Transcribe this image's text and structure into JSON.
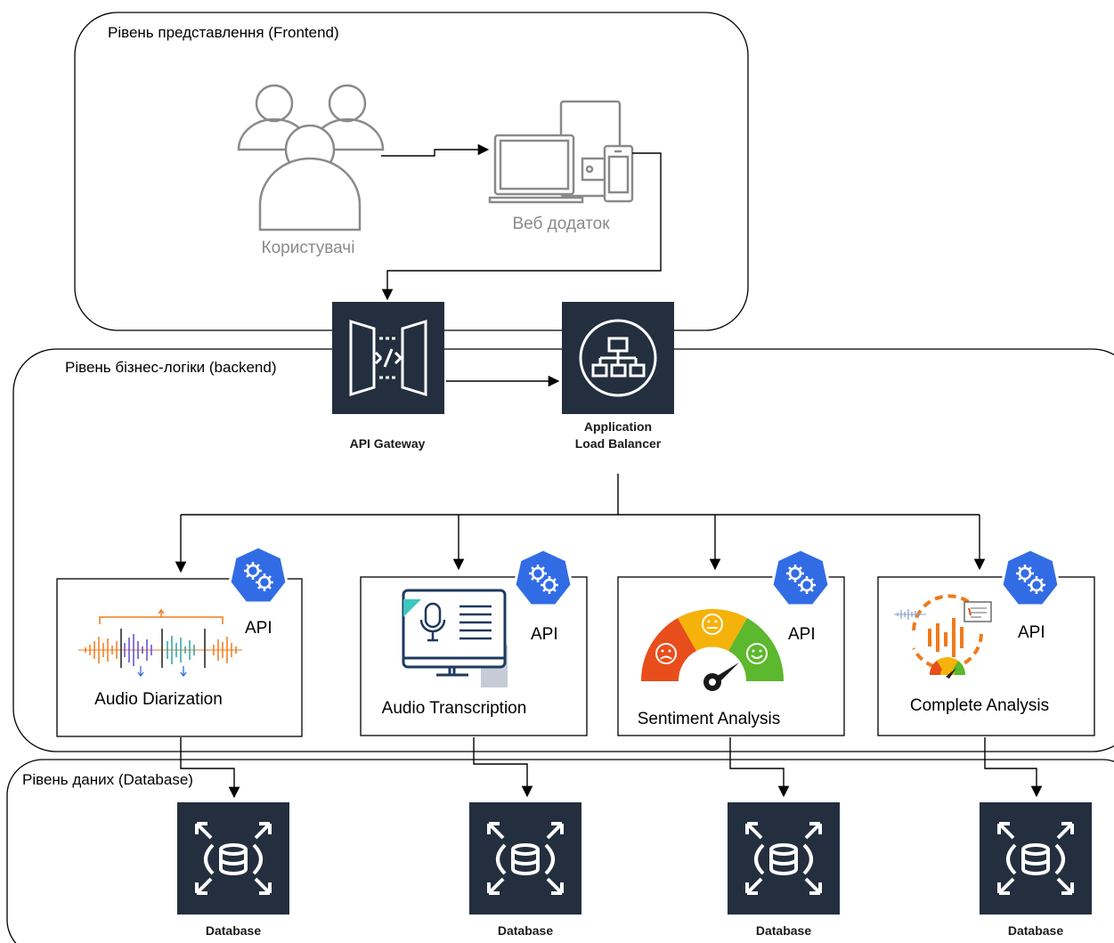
{
  "zones": {
    "frontend": "Рівень представлення (Frontend)",
    "backend": "Рівень бізнес-логіки (backend)",
    "data": "Рівень даних (Database)"
  },
  "frontend": {
    "users_label": "Користувачі",
    "webapp_label": "Веб додаток"
  },
  "gateway": {
    "label": "API Gateway"
  },
  "load_balancer": {
    "label_line1": "Application",
    "label_line2": "Load Balancer"
  },
  "services": [
    {
      "title": "Audio Diarization",
      "api": "API"
    },
    {
      "title": "Audio Transcription",
      "api": "API"
    },
    {
      "title": "Sentiment Analysis",
      "api": "API"
    },
    {
      "title": "Complete Analysis",
      "api": "API"
    }
  ],
  "databases": [
    {
      "label": "Database"
    },
    {
      "label": "Database"
    },
    {
      "label": "Database"
    },
    {
      "label": "Database"
    }
  ],
  "colors": {
    "aws_dark": "#232f3e",
    "k8s_blue": "#326ce5",
    "accent_orange": "#f07a1a",
    "gauge_red": "#e84e1c",
    "gauge_yellow": "#f5b20a",
    "gauge_green": "#5cb82c"
  },
  "icons": [
    "users-icon",
    "devices-icon",
    "api-gateway-icon",
    "load-balancer-icon",
    "kubernetes-icon",
    "database-icon",
    "waveform-icon",
    "monitor-mic-icon",
    "gauge-icon",
    "analysis-icon"
  ]
}
